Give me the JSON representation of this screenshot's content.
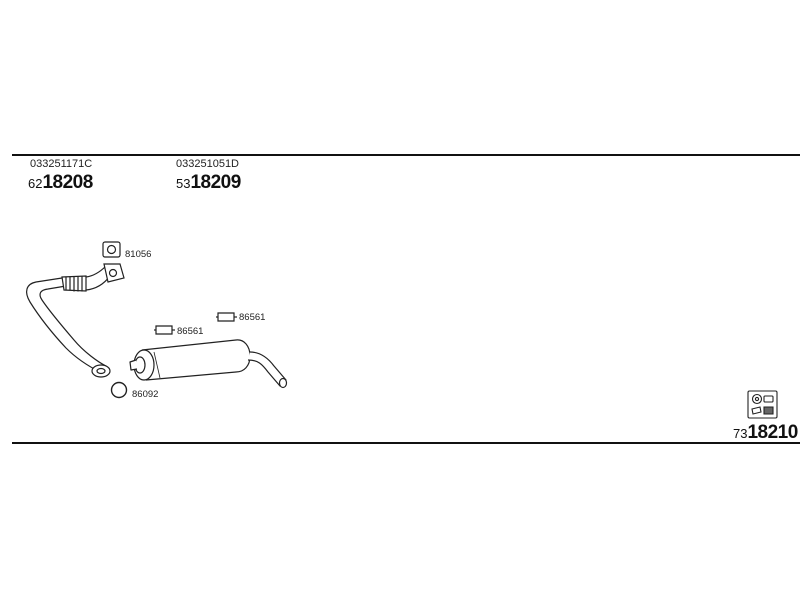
{
  "parts": [
    {
      "oe_number": "033251171C",
      "prefix": "62",
      "number": "18208"
    },
    {
      "oe_number": "033251051D",
      "prefix": "53",
      "number": "18209"
    }
  ],
  "kit": {
    "prefix": "73",
    "number": "18210"
  },
  "labels": {
    "flange_gasket": "81056",
    "hanger_upper": "86561",
    "hanger_lower": "86561",
    "ring_gasket": "86092"
  }
}
